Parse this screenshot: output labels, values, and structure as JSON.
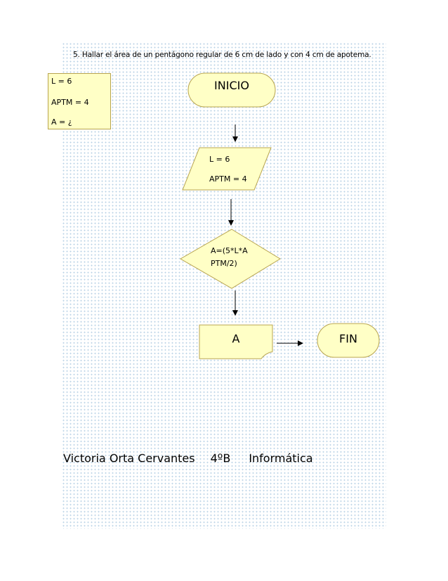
{
  "title": "5. Hallar el área de un pentágono regular de 6 cm de lado y con 4 cm de apotema.",
  "variables_box": {
    "line1": "L  = 6",
    "line2": "APTM = 4",
    "line3": "A = ¿"
  },
  "flowchart": {
    "start": "INICIO",
    "input": {
      "line1": "L  = 6",
      "line2": "APTM = 4"
    },
    "process": {
      "line1": "A=(5*L*A",
      "line2": "PTM/2)"
    },
    "output": "A",
    "end": "FIN"
  },
  "colors": {
    "shape_fill": "#ffffc6",
    "shape_border": "#b8a44e",
    "dot_grid": "#b9d2e6"
  },
  "footer": {
    "author": "Victoria Orta Cervantes",
    "group": "4ºB",
    "subject": "Informática"
  }
}
